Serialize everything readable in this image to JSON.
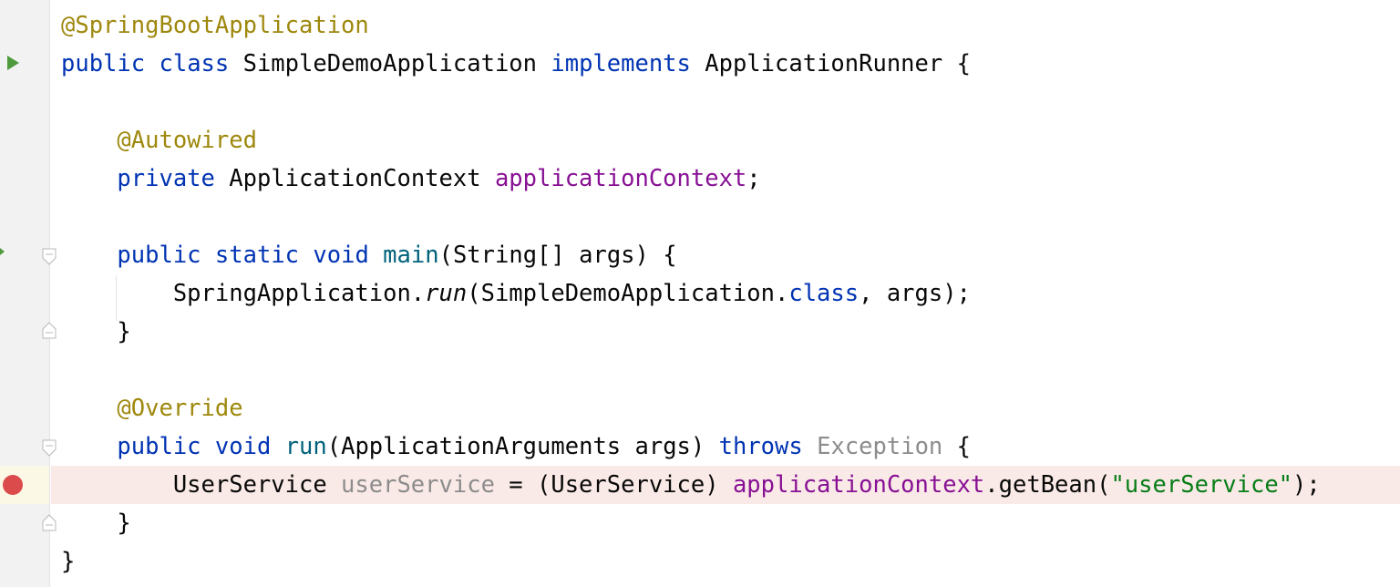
{
  "editor": {
    "language": "java",
    "lines": [
      {
        "tokens": [
          {
            "t": "@SpringBootApplication",
            "c": "ann"
          }
        ]
      },
      {
        "tokens": [
          {
            "t": "public",
            "c": "kw"
          },
          {
            "t": " ",
            "c": "plain"
          },
          {
            "t": "class",
            "c": "kw"
          },
          {
            "t": " SimpleDemoApplication ",
            "c": "plain"
          },
          {
            "t": "implements",
            "c": "kw"
          },
          {
            "t": " ApplicationRunner {",
            "c": "plain"
          }
        ]
      },
      {
        "tokens": []
      },
      {
        "tokens": [
          {
            "t": "    ",
            "c": "plain"
          },
          {
            "t": "@Autowired",
            "c": "ann"
          }
        ]
      },
      {
        "tokens": [
          {
            "t": "    ",
            "c": "plain"
          },
          {
            "t": "private",
            "c": "kw"
          },
          {
            "t": " ApplicationContext ",
            "c": "plain"
          },
          {
            "t": "applicationContext",
            "c": "field"
          },
          {
            "t": ";",
            "c": "plain"
          }
        ]
      },
      {
        "tokens": []
      },
      {
        "tokens": [
          {
            "t": "    ",
            "c": "plain"
          },
          {
            "t": "public",
            "c": "kw"
          },
          {
            "t": " ",
            "c": "plain"
          },
          {
            "t": "static",
            "c": "kw"
          },
          {
            "t": " ",
            "c": "plain"
          },
          {
            "t": "void",
            "c": "kw"
          },
          {
            "t": " ",
            "c": "plain"
          },
          {
            "t": "main",
            "c": "method"
          },
          {
            "t": "(String[] args) {",
            "c": "plain"
          }
        ]
      },
      {
        "tokens": [
          {
            "t": "        SpringApplication.",
            "c": "plain"
          },
          {
            "t": "run",
            "c": "italic"
          },
          {
            "t": "(SimpleDemoApplication.",
            "c": "plain"
          },
          {
            "t": "class",
            "c": "kw"
          },
          {
            "t": ", args);",
            "c": "plain"
          }
        ]
      },
      {
        "tokens": [
          {
            "t": "    }",
            "c": "plain"
          }
        ]
      },
      {
        "tokens": []
      },
      {
        "tokens": [
          {
            "t": "    ",
            "c": "plain"
          },
          {
            "t": "@Override",
            "c": "ann"
          }
        ]
      },
      {
        "tokens": [
          {
            "t": "    ",
            "c": "plain"
          },
          {
            "t": "public",
            "c": "kw"
          },
          {
            "t": " ",
            "c": "plain"
          },
          {
            "t": "void",
            "c": "kw"
          },
          {
            "t": " ",
            "c": "plain"
          },
          {
            "t": "run",
            "c": "method"
          },
          {
            "t": "(ApplicationArguments args) ",
            "c": "plain"
          },
          {
            "t": "throws",
            "c": "kw"
          },
          {
            "t": " ",
            "c": "plain"
          },
          {
            "t": "Exception",
            "c": "unused"
          },
          {
            "t": " {",
            "c": "plain"
          }
        ]
      },
      {
        "tokens": [
          {
            "t": "        UserService ",
            "c": "plain"
          },
          {
            "t": "userService",
            "c": "unused"
          },
          {
            "t": " = (UserService) ",
            "c": "plain"
          },
          {
            "t": "applicationContext",
            "c": "field"
          },
          {
            "t": ".getBean(",
            "c": "plain"
          },
          {
            "t": "\"userService\"",
            "c": "str"
          },
          {
            "t": ");",
            "c": "plain"
          }
        ]
      },
      {
        "tokens": [
          {
            "t": "    }",
            "c": "plain"
          }
        ]
      },
      {
        "tokens": [
          {
            "t": "}",
            "c": "plain"
          }
        ]
      }
    ],
    "breakpoint_line": 13,
    "run_gutter_line": 2
  },
  "colors": {
    "keyword": "#0033b3",
    "annotation": "#9e880d",
    "field": "#871094",
    "method": "#00627a",
    "string": "#067d17",
    "unused": "#8c8c8c",
    "breakpoint": "#db4b4b",
    "run_icon": "#4f9a3c"
  }
}
